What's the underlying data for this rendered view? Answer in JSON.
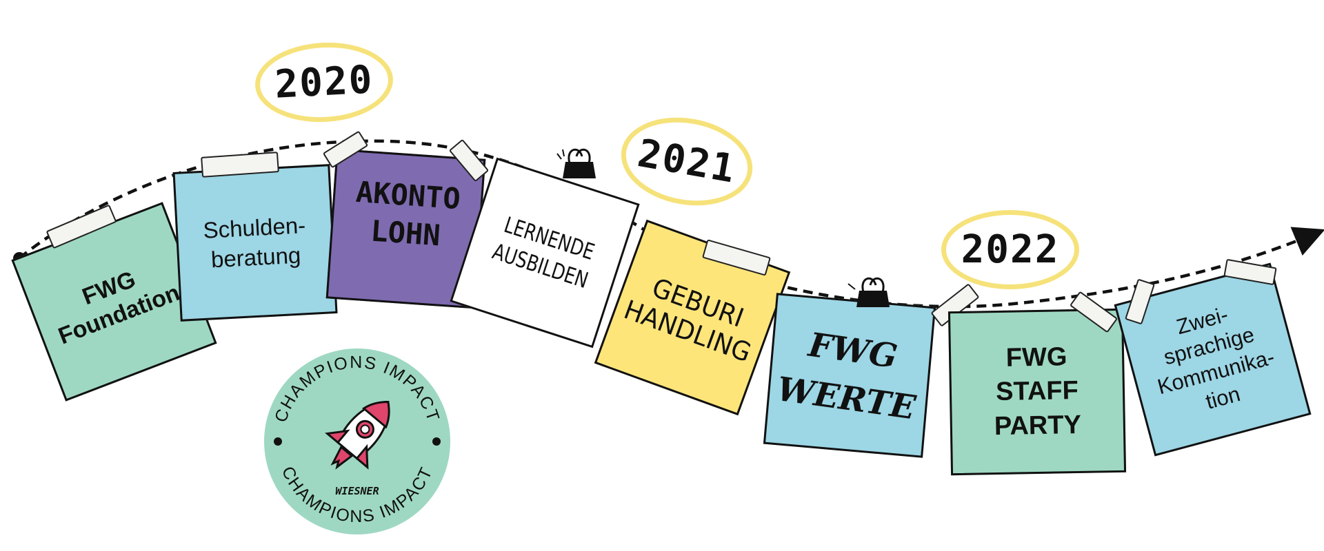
{
  "colors": {
    "green": "#9ed8c3",
    "blue": "#9dd6e5",
    "purple": "#7f6bb0",
    "white": "#ffffff",
    "yellow": "#fee57a",
    "year_ring": "#f6e27a",
    "badge_bg": "#9ed8c3",
    "rocket_red": "#e0456b"
  },
  "years": [
    "2020",
    "2021",
    "2022"
  ],
  "notes": [
    {
      "text": "FWG\nFoundation",
      "color": "green"
    },
    {
      "text": "Schulden-\nberatung",
      "color": "blue"
    },
    {
      "text": "AKONTO\nLOHN",
      "color": "purple"
    },
    {
      "text": "LERNENDE\nAUSBILDEN",
      "color": "white"
    },
    {
      "text": "GEBURI\nHANDLING",
      "color": "yellow"
    },
    {
      "text": "FWG\nWERTE",
      "color": "blue"
    },
    {
      "text": "FWG\nSTAFF\nPARTY",
      "color": "green"
    },
    {
      "text": "Zwei-\nsprachige\nKommunika-\ntion",
      "color": "blue"
    }
  ],
  "badge": {
    "ring_text": "CHAMPIONS IMPACT",
    "logo_text": "WIESNER",
    "logo_icon": "rocket-icon"
  }
}
